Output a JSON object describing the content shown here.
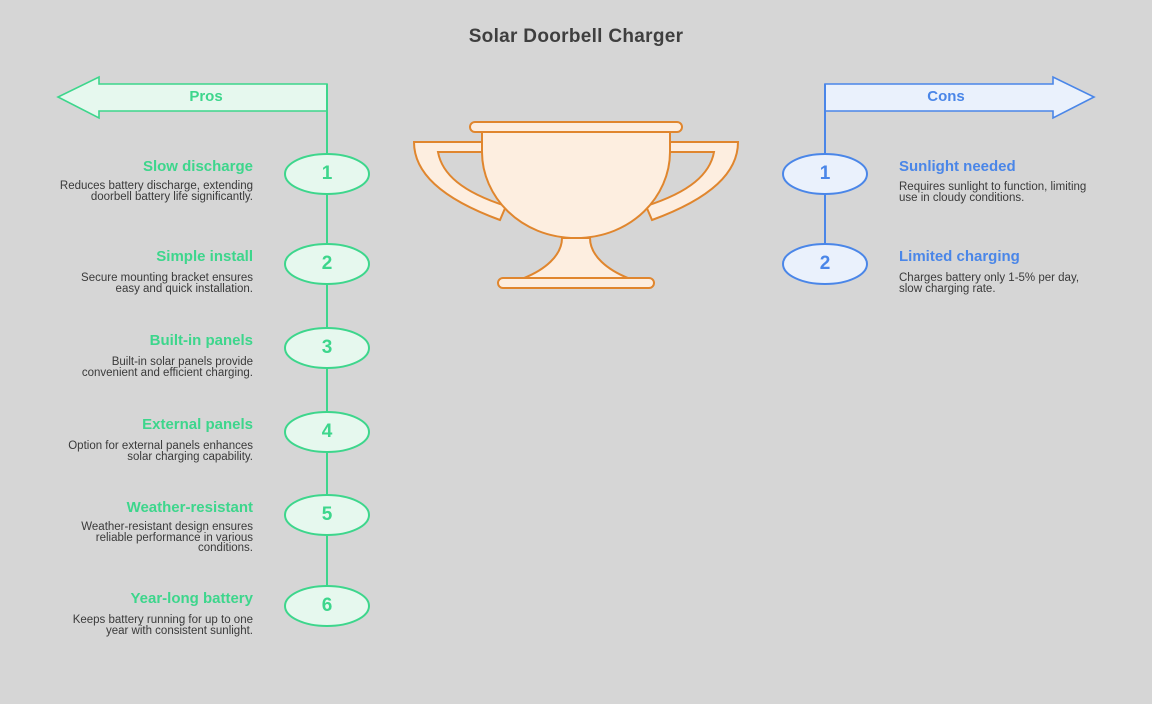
{
  "title": "Solar Doorbell Charger",
  "colors": {
    "pros_accent": "#3dd68c",
    "pros_fill": "#e6f8ee",
    "cons_accent": "#4a86e8",
    "cons_fill": "#eaf1fc",
    "trophy_stroke": "#e0862e",
    "trophy_fill": "#fdeee0",
    "background": "#d6d6d6"
  },
  "pros": {
    "label": "Pros",
    "items": [
      {
        "number": "1",
        "title": "Slow discharge",
        "description": "Reduces battery discharge, extending doorbell battery life significantly."
      },
      {
        "number": "2",
        "title": "Simple install",
        "description": "Secure mounting bracket ensures easy and quick installation."
      },
      {
        "number": "3",
        "title": "Built-in panels",
        "description": "Built-in solar panels provide convenient and efficient charging."
      },
      {
        "number": "4",
        "title": "External panels",
        "description": "Option for external panels enhances solar charging capability."
      },
      {
        "number": "5",
        "title": "Weather-resistant",
        "description": "Weather-resistant design ensures reliable performance in various conditions."
      },
      {
        "number": "6",
        "title": "Year-long battery",
        "description": "Keeps battery running for up to one year with consistent sunlight."
      }
    ]
  },
  "cons": {
    "label": "Cons",
    "items": [
      {
        "number": "1",
        "title": "Sunlight needed",
        "description": "Requires sunlight to function, limiting use in cloudy conditions."
      },
      {
        "number": "2",
        "title": "Limited charging",
        "description": "Charges battery only 1-5% per day, slow charging rate."
      }
    ]
  },
  "center_icon": "trophy-icon"
}
